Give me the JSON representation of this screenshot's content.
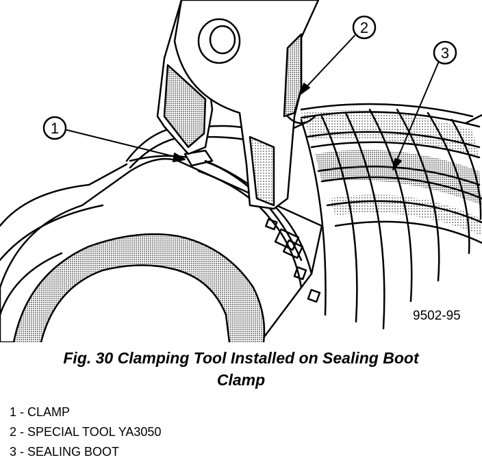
{
  "figure": {
    "code": "9502-95",
    "callouts": [
      "1",
      "2",
      "3"
    ]
  },
  "caption": {
    "line1": "Fig. 30 Clamping Tool Installed on Sealing Boot",
    "line2": "Clamp"
  },
  "legend": [
    "1 - CLAMP",
    "2 - SPECIAL TOOL YA3050",
    "3 - SEALING BOOT"
  ],
  "icons": {
    "illustration": "technical-line-drawing"
  },
  "colors": {
    "ink": "#000000",
    "paper": "#ffffff",
    "shade": "#9a9a9a"
  }
}
